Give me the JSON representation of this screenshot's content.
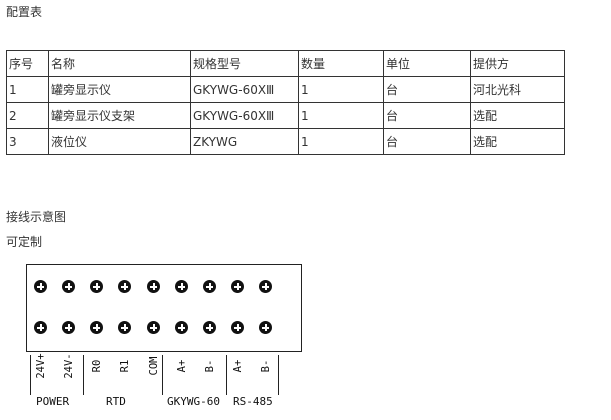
{
  "config_heading": "配置表",
  "table": {
    "headers": [
      "序号",
      "名称",
      "规格型号",
      "数量",
      "单位",
      "提供方"
    ],
    "rows": [
      [
        "1",
        "罐旁显示仪",
        "GKYWG-60XⅢ",
        "1",
        "台",
        "河北光科"
      ],
      [
        "2",
        "罐旁显示仪支架",
        "GKYWG-60XⅢ",
        "1",
        "台",
        "选配"
      ],
      [
        "3",
        "液位仪",
        "ZKYWG",
        "1",
        "台",
        "选配"
      ]
    ]
  },
  "wiring_heading": "接线示意图",
  "custom_note": "可定制",
  "diagram": {
    "screw_rows": 2,
    "screws_per_row": 9,
    "terminals": [
      "24V+",
      "24V-",
      "R0",
      "R1",
      "COM",
      "A+",
      "B-",
      "A+",
      "B-"
    ],
    "groups": [
      "POWER",
      "RTD",
      "GKYWG-60",
      "RS-485"
    ]
  }
}
